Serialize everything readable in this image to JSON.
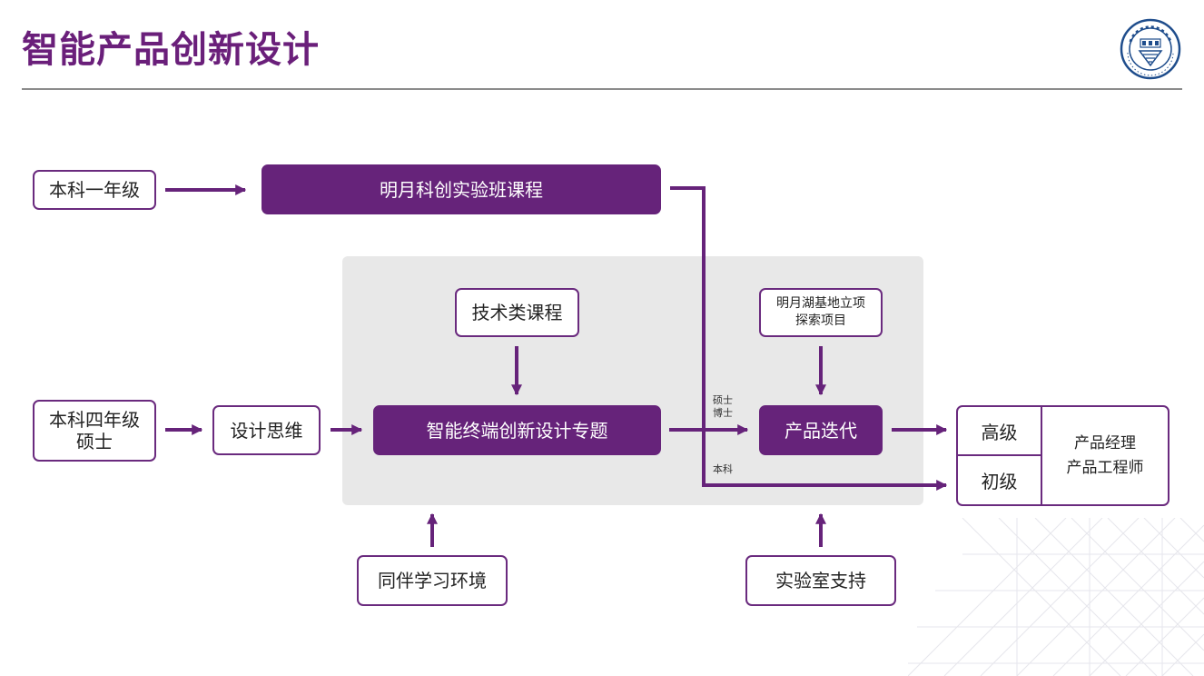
{
  "header": {
    "title": "智能产品创新设计"
  },
  "nodes": {
    "undergrad_year1": "本科一年级",
    "mingyue_class": "明月科创实验班课程",
    "undergrad_year4": "本科四年级",
    "master": "硕士",
    "design_thinking": "设计思维",
    "tech_courses": "技术类课程",
    "smart_terminal": "智能终端创新设计专题",
    "mingyue_lake_1": "明月湖基地立项",
    "mingyue_lake_2": "探索项目",
    "product_iteration": "产品迭代",
    "peer_learning": "同伴学习环境",
    "lab_support": "实验室支持",
    "senior": "高级",
    "junior": "初级",
    "roles_1": "产品经理",
    "roles_2": "产品工程师"
  },
  "labels": {
    "master": "硕士",
    "phd": "博士",
    "undergrad": "本科"
  },
  "colors": {
    "accent": "#66237a",
    "panel": "#e8e8e8",
    "rule": "#8c8c8c"
  }
}
